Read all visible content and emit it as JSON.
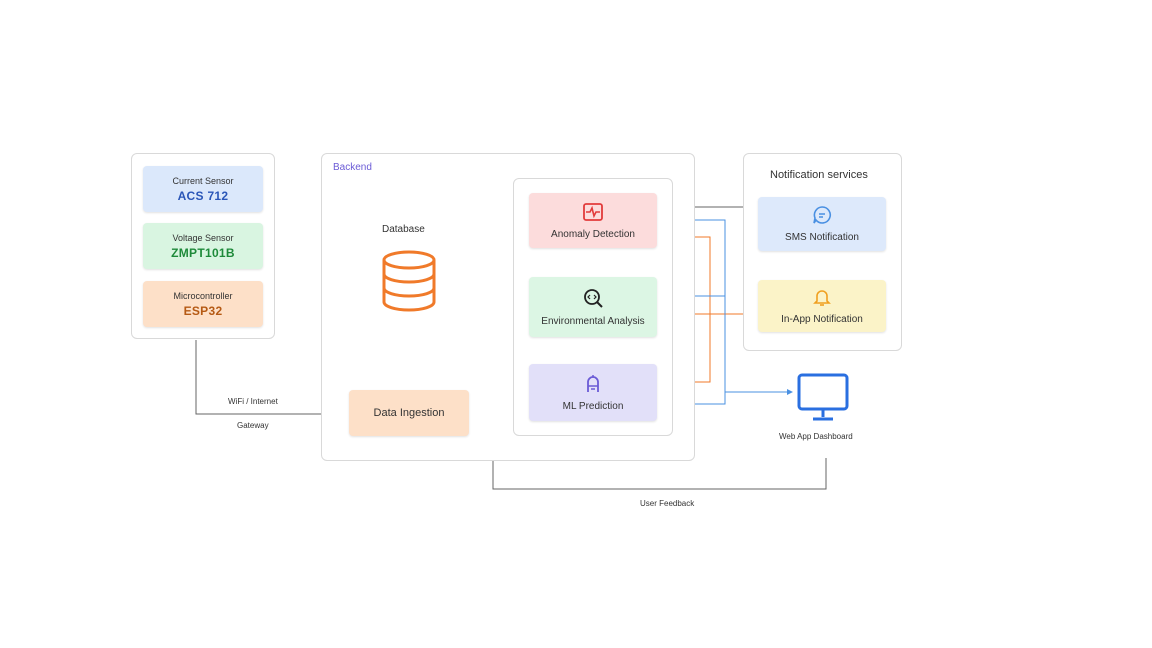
{
  "devices": {
    "current_sensor": {
      "label": "Current Sensor",
      "model": "ACS 712",
      "bg": "#dbe8fb",
      "color": "#2a56b8"
    },
    "voltage_sensor": {
      "label": "Voltage Sensor",
      "model": "ZMPT101B",
      "bg": "#d9f5e1",
      "color": "#1e8a3a"
    },
    "microcontroller": {
      "label": "Microcontroller",
      "model": "ESP32",
      "bg": "#fde0c8",
      "color": "#b55a14"
    }
  },
  "backend": {
    "title": "Backend",
    "database_label": "Database",
    "ingestion_label": "Data Ingestion"
  },
  "analysis": {
    "anomaly": {
      "label": "Anomaly Detection",
      "icon": "heartbeat-monitor-icon",
      "bg": "#fcdcdc"
    },
    "environmental": {
      "label": "Environmental Analysis",
      "icon": "search-analysis-icon",
      "bg": "#dcf6e4"
    },
    "ml": {
      "label": "ML Prediction",
      "icon": "ai-robot-icon",
      "bg": "#e2e0f9"
    }
  },
  "notifications": {
    "title": "Notification services",
    "sms": {
      "label": "SMS Notification",
      "icon": "chat-bubble-icon",
      "bg": "#dde9fb"
    },
    "inapp": {
      "label": "In-App Notification",
      "icon": "bell-icon",
      "bg": "#fbf3c8"
    }
  },
  "dashboard": {
    "label": "Web App Dashboard",
    "icon": "monitor-icon"
  },
  "edges": {
    "wifi": "WiFi / Internet",
    "gateway": "Gateway",
    "feedback": "User Feedback"
  },
  "colors": {
    "orange": "#f07a2a",
    "blue": "#4a90e2",
    "gray": "#666666",
    "red": "#e23b3b",
    "purple": "#6b5bd6"
  }
}
